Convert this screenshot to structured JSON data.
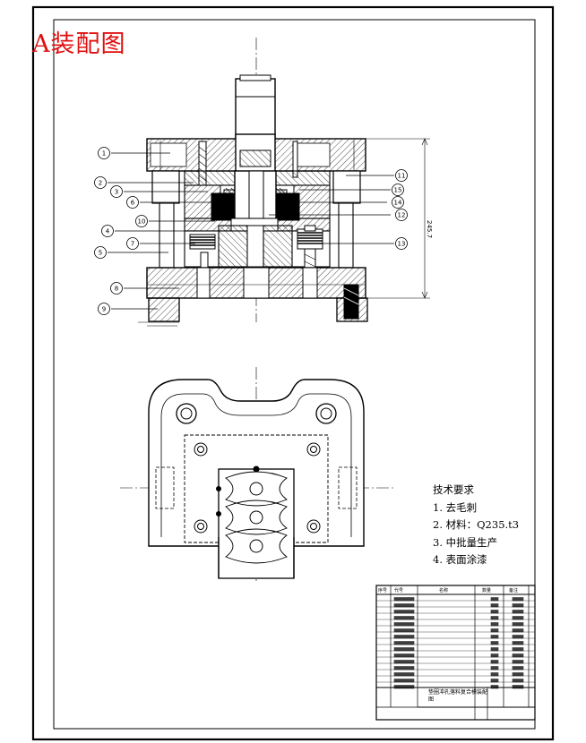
{
  "header": {
    "title": "A装配图"
  },
  "technical_requirements": {
    "heading": "技术要求",
    "items": [
      "1. 去毛刺",
      "2. 材料：Q235.t3",
      "3. 中批量生产",
      "4. 表面涂漆"
    ]
  },
  "dimension": {
    "height_label": "245.7"
  },
  "balloons": [
    "1",
    "2",
    "3",
    "4",
    "5",
    "6",
    "7",
    "8",
    "9",
    "10",
    "11",
    "12",
    "13",
    "14",
    "15"
  ],
  "title_block": {
    "drawing_title": "垫圈冲孔落料复合模装配图",
    "col_seq": "序号",
    "col_code": "代号",
    "col_name": "名称",
    "col_qty": "数量",
    "col_note": "备注"
  },
  "colors": {
    "line": "#000000",
    "hatch": "#000000",
    "stamp": "#e01010"
  }
}
